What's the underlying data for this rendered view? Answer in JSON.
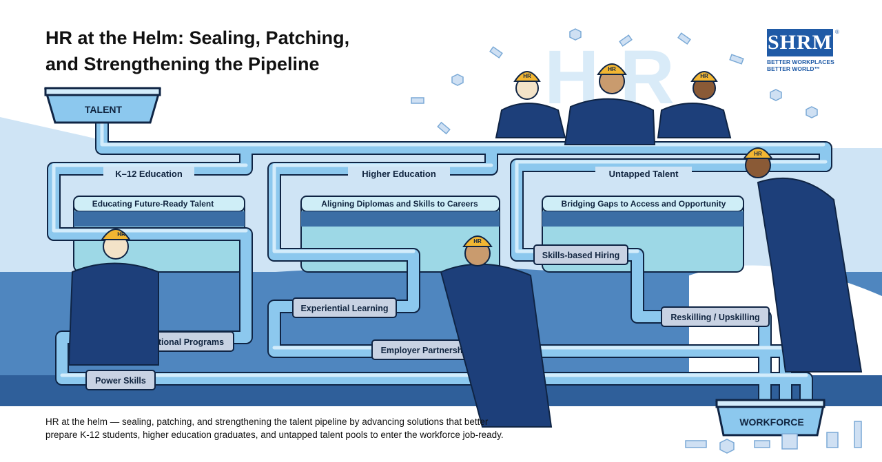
{
  "title_line1": "HR at the Helm: Sealing, Patching,",
  "title_line2": "and Strengthening the Pipeline",
  "logo": {
    "wordmark": "SHRM",
    "registered": "®",
    "tagline1": "BETTER WORKPLACES",
    "tagline2": "BETTER WORLD™"
  },
  "hr_letters": "HR",
  "helmet_text": "HR",
  "talent_label": "TALENT",
  "workforce_label": "WORKFORCE",
  "sections": [
    {
      "heading": "K–12 Education",
      "subheading": "Educating Future-Ready Talent"
    },
    {
      "heading": "Higher Education",
      "subheading": "Aligning Diplomas and Skills to Careers"
    },
    {
      "heading": "Untapped Talent",
      "subheading": "Bridging Gaps to Access and Opportunity"
    }
  ],
  "patches": [
    "Vocational Programs",
    "Power Skills",
    "Experiential Learning",
    "Employer Partnerships",
    "Skills-based Hiring",
    "Reskilling / Upskilling"
  ],
  "caption_line1": "HR at the helm — sealing, patching, and strengthening the talent pipeline by advancing solutions that better",
  "caption_line2": "prepare K-12 students, higher education graduates, and untapped talent pools to enter the workforce job-ready.",
  "colors": {
    "navy": "#1d3f7a",
    "pipe": "#8cc8ee",
    "pipe_light": "#d3ecfb",
    "pipe_outline": "#0f2444",
    "helmet": "#f2b632",
    "background_blue": "#4f86bf",
    "light_blue": "#cfe4f5",
    "teal_panel": "#9dd8e6"
  }
}
